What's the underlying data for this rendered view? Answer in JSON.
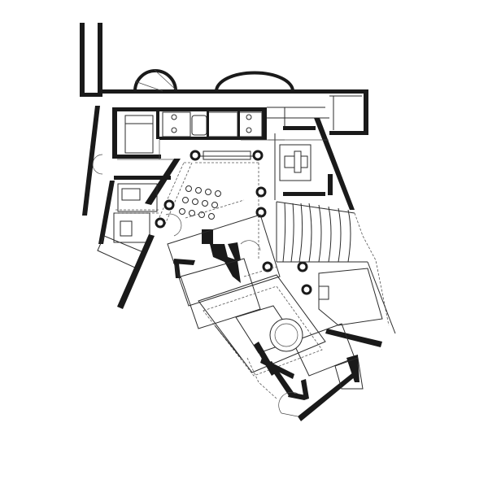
{
  "drawing": {
    "type": "architectural floor plan",
    "colors": {
      "paper": "#ffffff",
      "ink": "#1a1a1a"
    },
    "icons": [
      "column-circle",
      "stair",
      "dome",
      "bathtub",
      "seating-chairs"
    ]
  }
}
